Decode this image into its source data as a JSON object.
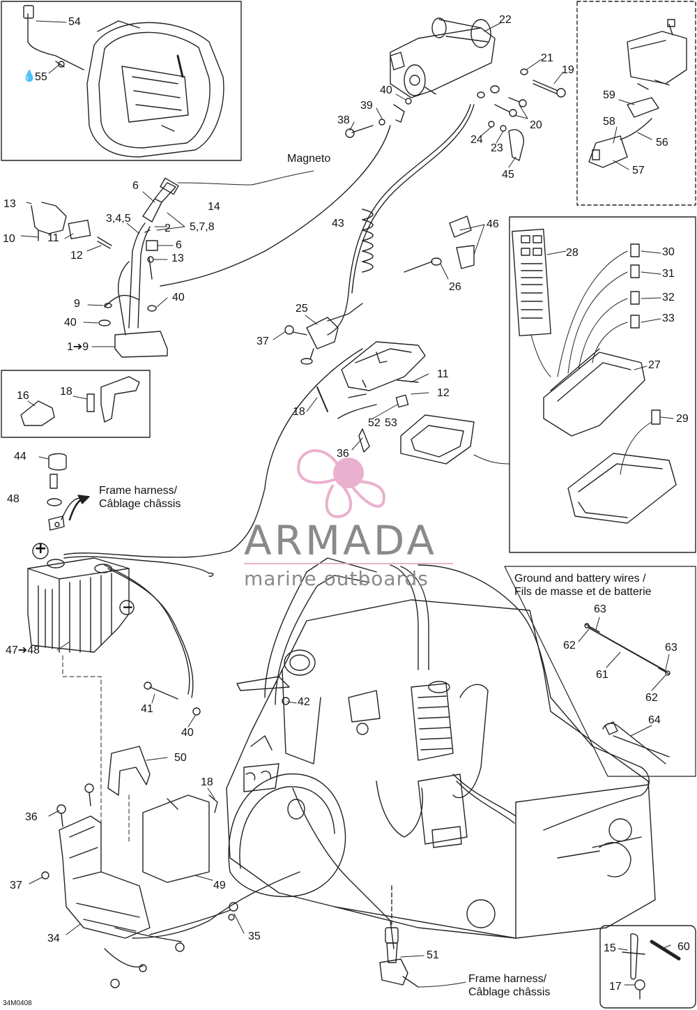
{
  "watermark": {
    "brand": "ARMADA",
    "tagline": "marine outboards",
    "accent_color": "#e7a4c6",
    "text_color": "#8a8a8a"
  },
  "drawing_code": "34M0408",
  "captions": {
    "magneto": "Magneto",
    "frame_harness_top_en": "Frame harness/",
    "frame_harness_top_fr": "Câblage châssis",
    "ground_wires_en": "Ground and battery wires /",
    "ground_wires_fr": "Fils de masse et de batterie",
    "frame_harness_bottom_en": "Frame harness/",
    "frame_harness_bottom_fr": "Câblage châssis"
  },
  "symbols": {
    "positive": "+",
    "negative": "−",
    "lubricant_icon": "oil-drop-icon"
  },
  "callouts": {
    "c54": "54",
    "c55": "55",
    "c22": "22",
    "c21": "21",
    "c19": "19",
    "c40a": "40",
    "c39": "39",
    "c38": "38",
    "c20": "20",
    "c24": "24",
    "c23": "23",
    "c45": "45",
    "c59": "59",
    "c58": "58",
    "c56": "56",
    "c57": "57",
    "c6a": "6",
    "c14": "14",
    "c13a": "13",
    "c345": "3,4,5",
    "c2": "2",
    "c578": "5,7,8",
    "c10": "10",
    "c11a": "11",
    "c12a": "12",
    "c6b": "6",
    "c13b": "13",
    "c9": "9",
    "c40b": "40",
    "c40c": "40",
    "c19range": "1➔9",
    "c43": "43",
    "c46": "46",
    "c26": "26",
    "c25": "25",
    "c37a": "37",
    "c11b": "11",
    "c12b": "12",
    "c18a": "18",
    "c52": "52",
    "c53": "53",
    "c36a": "36",
    "c28": "28",
    "c30": "30",
    "c31": "31",
    "c32": "32",
    "c33": "33",
    "c27": "27",
    "c29": "29",
    "c16": "16",
    "c18b": "18",
    "c44": "44",
    "c48": "48",
    "c4748": "47➔48",
    "c41": "41",
    "c40d": "40",
    "c42": "42",
    "c63a": "63",
    "c62a": "62",
    "c63b": "63",
    "c61": "61",
    "c62b": "62",
    "c64": "64",
    "c50": "50",
    "c18c": "18",
    "c49": "49",
    "c36b": "36",
    "c37b": "37",
    "c34": "34",
    "c35": "35",
    "c51": "51",
    "c15": "15",
    "c60": "60",
    "c17": "17"
  }
}
